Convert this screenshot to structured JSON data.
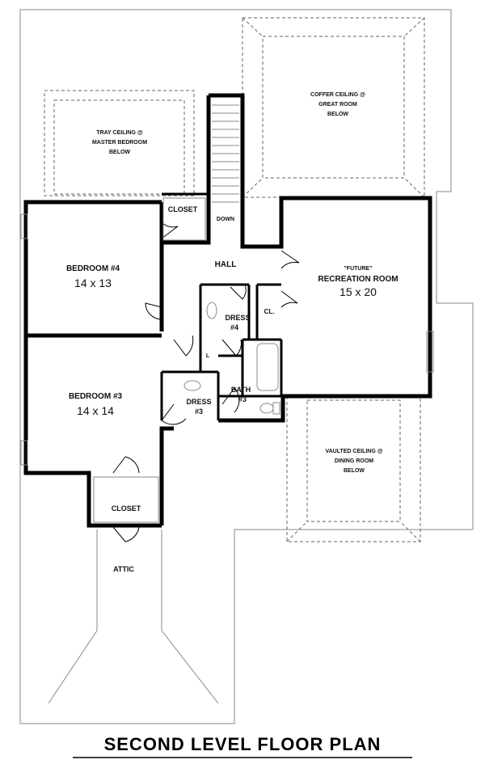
{
  "title": "SECOND LEVEL FLOOR PLAN",
  "ceiling_notes": {
    "tray": [
      "TRAY CEILING @",
      "MASTER BEDROOM",
      "BELOW"
    ],
    "coffer": [
      "COFFER CEILING @",
      "GREAT ROOM",
      "BELOW"
    ],
    "vaulted": [
      "VAULTED CEILING @",
      "DINING ROOM",
      "BELOW"
    ]
  },
  "rooms": {
    "bedroom4": {
      "name": "BEDROOM #4",
      "size": "14 x 13"
    },
    "bedroom3": {
      "name": "BEDROOM #3",
      "size": "14 x 14"
    },
    "recreation": {
      "tag": "\"FUTURE\"",
      "name": "RECREATION ROOM",
      "size": "15 x 20"
    },
    "hall": "HALL",
    "closet_top": "CLOSET",
    "closet_bottom": "CLOSET",
    "down": "DOWN",
    "dress4": [
      "DRESS",
      "#4"
    ],
    "dress3": [
      "DRESS",
      "#3"
    ],
    "bath3": [
      "BATH",
      "#3"
    ],
    "cl": "CL.",
    "linen": "L",
    "attic": "ATTIC"
  }
}
